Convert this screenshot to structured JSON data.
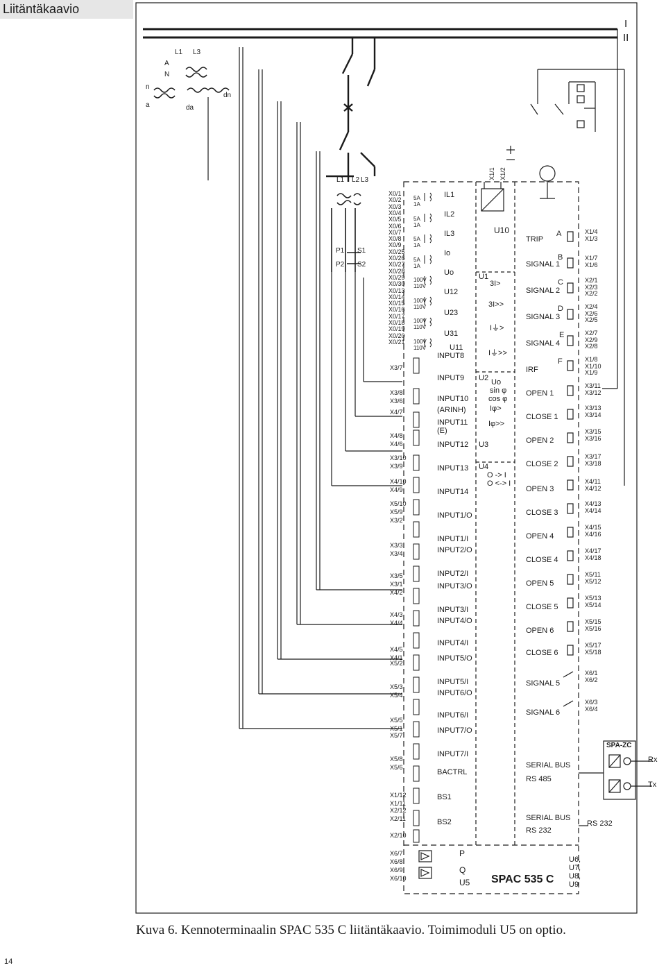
{
  "header": {
    "title": "Liitäntäkaavio"
  },
  "caption": "Kuva 6. Kennoterminaalin SPAC 535 C liitäntäkaavio. Toimimoduli U5 on optio.",
  "page_number": "14",
  "busbars": [
    "I",
    "II"
  ],
  "primary": {
    "phases": [
      "L1",
      "L3",
      "A",
      "N"
    ],
    "vt_labels": [
      "n",
      "a",
      "da",
      "dn"
    ],
    "ct_header": [
      "L1",
      "L2",
      "L3"
    ],
    "ct_secondary": [
      "P1",
      "P2",
      "S1",
      "S2"
    ]
  },
  "analog": {
    "terminals": [
      "X0/1",
      "X0/2",
      "X0/3",
      "X0/4",
      "X0/5",
      "X0/6",
      "X0/7",
      "X0/8",
      "X0/9",
      "X0/25",
      "X0/26",
      "X0/27",
      "X0/28",
      "X0/29",
      "X0/30",
      "X0/13",
      "X0/14",
      "X0/15",
      "X0/16",
      "X0/17",
      "X0/18",
      "X0/19",
      "X0/20",
      "X0/21"
    ],
    "ratings": [
      [
        "5A",
        "1A"
      ],
      [
        "5A",
        "1A"
      ],
      [
        "5A",
        "1A"
      ],
      [
        "5A",
        "1A"
      ],
      [
        "100V",
        "110V"
      ],
      [
        "100V",
        "110V"
      ],
      [
        "100V",
        "110V"
      ],
      [
        "100V",
        "110V"
      ]
    ],
    "channels": [
      "IL1",
      "IL2",
      "IL3",
      "Io",
      "Uo",
      "U12",
      "U23",
      "U31",
      "U11"
    ]
  },
  "inputs": {
    "terminal_groups": [
      [
        "X3/7"
      ],
      [
        "X3/8",
        "X3/6"
      ],
      [
        "X4/7"
      ],
      [
        "X4/8",
        "X4/6"
      ],
      [
        "X3/10",
        "X3/9"
      ],
      [
        "X4/10",
        "X4/9"
      ],
      [
        "X5/10",
        "X5/9"
      ],
      [
        "X3/2"
      ],
      [
        "X3/3",
        "X3/4"
      ],
      [
        "X3/5",
        "X3/1"
      ],
      [
        "X4/2"
      ],
      [
        "X4/3",
        "X4/4"
      ],
      [
        "X4/5",
        "X4/1"
      ],
      [
        "X5/2"
      ],
      [
        "X5/3",
        "X5/4"
      ],
      [
        "X5/5",
        "X5/1"
      ],
      [
        "X5/7"
      ],
      [
        "X5/8",
        "X5/6"
      ],
      [
        "X1/12",
        "X1/11"
      ],
      [
        "X2/12",
        "X2/11"
      ],
      [
        "X2/10"
      ]
    ],
    "labels": [
      "INPUT8",
      "INPUT9",
      "INPUT10",
      "(ARINH)",
      "INPUT11",
      "(E)",
      "INPUT12",
      "INPUT13",
      "INPUT14",
      "INPUT1/O",
      "INPUT1/I",
      "INPUT2/O",
      "INPUT2/I",
      "INPUT3/O",
      "INPUT3/I",
      "INPUT4/O",
      "INPUT4/I",
      "INPUT5/O",
      "INPUT5/I",
      "INPUT6/O",
      "INPUT6/I",
      "INPUT7/O",
      "INPUT7/I",
      "BACTRL",
      "BS1",
      "BS2"
    ]
  },
  "analog_out": {
    "terminals": [
      "X6/7",
      "X6/8",
      "X6/9",
      "X6/10"
    ],
    "labels": [
      "P",
      "Q",
      "U5"
    ]
  },
  "power": {
    "terminals": [
      "X1/1",
      "X1/2"
    ],
    "module": "U10"
  },
  "modules": {
    "u1": [
      "U1",
      "3I>",
      "3I>>",
      "I⏚>",
      "I⏚>>"
    ],
    "u2": [
      "U2",
      "Uo",
      "sin φ",
      "cos φ",
      "Iφ>",
      "Iφ>>"
    ],
    "u3": "U3",
    "u4": [
      "U4",
      "O -> I",
      "O <-> I"
    ]
  },
  "outputs": {
    "labels": [
      "TRIP",
      "SIGNAL 1",
      "SIGNAL 2",
      "SIGNAL 3",
      "SIGNAL 4",
      "IRF",
      "OPEN 1",
      "CLOSE 1",
      "OPEN 2",
      "CLOSE 2",
      "OPEN 3",
      "CLOSE 3",
      "OPEN 4",
      "CLOSE 4",
      "OPEN 5",
      "CLOSE 5",
      "OPEN 6",
      "CLOSE 6",
      "SIGNAL 5",
      "SIGNAL 6"
    ],
    "letters": [
      "A",
      "B",
      "C",
      "D",
      "E",
      "F"
    ],
    "terminal_groups": [
      [
        "X1/4",
        "X1/3"
      ],
      [
        "X1/7",
        "X1/6"
      ],
      [
        "X2/1",
        "X2/3",
        "X2/2"
      ],
      [
        "X2/4",
        "X2/6",
        "X2/5"
      ],
      [
        "X2/7",
        "X2/9",
        "X2/8"
      ],
      [
        "X1/8",
        "X1/10",
        "X1/9"
      ],
      [
        "X3/11",
        "X3/12"
      ],
      [
        "X3/13",
        "X3/14"
      ],
      [
        "X3/15",
        "X3/16"
      ],
      [
        "X3/17",
        "X3/18"
      ],
      [
        "X4/11",
        "X4/12"
      ],
      [
        "X4/13",
        "X4/14"
      ],
      [
        "X4/15",
        "X4/16"
      ],
      [
        "X4/17",
        "X4/18"
      ],
      [
        "X5/11",
        "X5/12"
      ],
      [
        "X5/13",
        "X5/14"
      ],
      [
        "X5/15",
        "X5/16"
      ],
      [
        "X5/17",
        "X5/18"
      ],
      [
        "X6/1",
        "X6/2"
      ],
      [
        "X6/3",
        "X6/4"
      ]
    ]
  },
  "serial": {
    "bus1": [
      "SERIAL BUS",
      "RS 485"
    ],
    "bus2": [
      "SERIAL BUS",
      "RS 232"
    ],
    "spa_zc": "SPA-ZC",
    "rx": "Rx",
    "tx": "Tx",
    "rs232": "RS 232"
  },
  "device": {
    "name": "SPAC 535 C",
    "modules": [
      "U6,",
      "U7,",
      "U8,",
      "U9"
    ]
  }
}
